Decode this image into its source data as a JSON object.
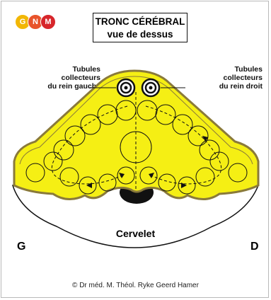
{
  "logo": {
    "letters": [
      "G",
      "N",
      "M"
    ],
    "colors": [
      "#f2b705",
      "#e8542b",
      "#d7262b"
    ]
  },
  "title": {
    "line1": "TRONC CÉRÉBRAL",
    "line2": "vue de dessus"
  },
  "labels": {
    "left": {
      "line1": "Tubules",
      "line2": "collecteurs",
      "line3": "du rein gauche"
    },
    "right": {
      "line1": "Tubules",
      "line2": "collecteurs",
      "line3": "du rein droit"
    }
  },
  "sides": {
    "left": "G",
    "right": "D"
  },
  "cerebellum": "Cervelet",
  "copyright": "© Dr méd. M. Théol. Ryke Geerd Hamer",
  "colors": {
    "brainstem_fill": "#f5ef14",
    "brainstem_border": "#8a7a3a",
    "ring": "#111111"
  }
}
